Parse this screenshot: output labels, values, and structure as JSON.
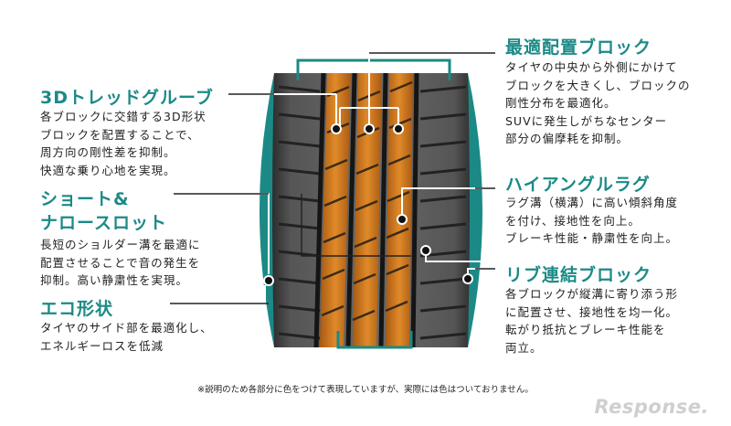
{
  "callouts": {
    "optimal_block": {
      "title": "最適配置ブロック",
      "lines": [
        "タイヤの中央から外側にかけて",
        "ブロックを大きくし、ブロックの",
        "剛性分布を最適化。",
        "SUVに発生しがちなセンター",
        "部分の偏摩耗を抑制。"
      ]
    },
    "tread_groove": {
      "title": "3Dトレッドグルーブ",
      "lines": [
        "各ブロックに交錯する3D形状",
        "ブロックを配置することで、",
        "周方向の剛性差を抑制。",
        "快適な乗り心地を実現。"
      ]
    },
    "high_angle_lug": {
      "title": "ハイアングルラグ",
      "lines": [
        "ラグ溝（横溝）に高い傾斜角度",
        "を付け、接地性を向上。",
        "ブレーキ性能・静粛性を向上。"
      ]
    },
    "short_narrow_slot": {
      "title_line1": "ショート&",
      "title_line2": "ナロースロット",
      "lines": [
        "長短のショルダー溝を最適に",
        "配置させることで音の発生を",
        "抑制。高い静粛性を実現。"
      ]
    },
    "rib_block": {
      "title": "リブ連結ブロック",
      "lines": [
        "各ブロックが縦溝に寄り添う形",
        "に配置させ、接地性を均一化。",
        "転がり抵抗とブレーキ性能を",
        "両立。"
      ]
    },
    "eco_shape": {
      "title": "エコ形状",
      "lines": [
        "タイヤのサイド部を最適化し、",
        "エネルギーロスを低減"
      ]
    }
  },
  "footnote": "※説明のため各部分に色をつけて表現していますが、実際には色はついておりません。",
  "brand": "Response.",
  "colors": {
    "accent": "#1b8a86",
    "highlight": "#c8741f",
    "rubber": "#3a3a3a"
  }
}
